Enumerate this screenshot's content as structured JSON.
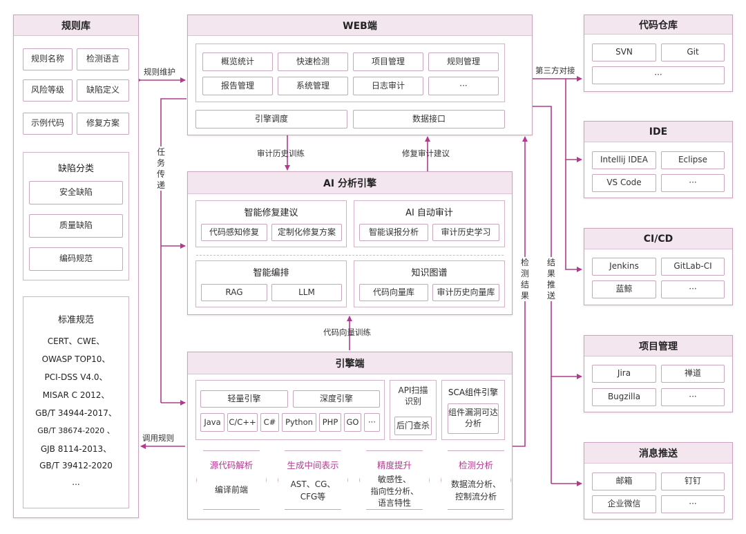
{
  "rules_lib": {
    "title": "规则库",
    "items": [
      "规则名称",
      "检测语言",
      "风险等级",
      "缺陷定义",
      "示例代码",
      "修复方案"
    ],
    "defect_title": "缺陷分类",
    "defects": [
      "安全缺陷",
      "质量缺陷",
      "编码规范"
    ],
    "standards_title": "标准规范",
    "standards": [
      "CERT、CWE、",
      "OWASP TOP10、",
      "PCI-DSS V4.0、",
      "MISAR C 2012、",
      "GB/T 34944-2017、",
      "GB/T 38674-2020  、",
      "GJB 8114-2013、",
      "GB/T 39412-2020",
      "..."
    ]
  },
  "web": {
    "title": "WEB端",
    "row1": [
      "概览统计",
      "快速检测",
      "项目管理",
      "规则管理"
    ],
    "row2": [
      "报告管理",
      "系统管理",
      "日志审计",
      "···"
    ],
    "bottom": [
      "引擎调度",
      "数据接口"
    ]
  },
  "ai": {
    "title": "AI 分析引擎",
    "fix_title": "智能修复建议",
    "fix": [
      "代码感知修复",
      "定制化修复方案"
    ],
    "audit_title": "AI 自动审计",
    "audit": [
      "智能误报分析",
      "审计历史学习"
    ],
    "orch_title": "智能编排",
    "orch": [
      "RAG",
      "LLM"
    ],
    "kg_title": "知识图谱",
    "kg": [
      "代码向量库",
      "审计历史向量库"
    ]
  },
  "engine": {
    "title": "引擎端",
    "engines": [
      "轻量引擎",
      "深度引擎"
    ],
    "langs": [
      "Java",
      "C/C++",
      "C#",
      "Python",
      "PHP",
      "GO",
      "···"
    ],
    "api_scan": "API扫描识别",
    "backdoor": "后门查杀",
    "sca_title": "SCA组件引擎",
    "sca_sub": "组件漏洞可达分析",
    "flow": [
      {
        "title": "源代码解析",
        "body": [
          "编译前端"
        ]
      },
      {
        "title": "生成中间表示",
        "body": [
          "AST、CG、",
          "CFG等"
        ]
      },
      {
        "title": "精度提升",
        "body": [
          "敏感性、",
          "指向性分析、",
          "语言特性"
        ]
      },
      {
        "title": "检测分析",
        "body": [
          "数据流分析、",
          "控制流分析"
        ]
      }
    ]
  },
  "labels": {
    "rule_maintain": "规则维护",
    "task_pass": "任务传递",
    "call_rules": "调用规则",
    "audit_train": "审计历史训练",
    "fix_audit": "修复审计建议",
    "code_vec_train": "代码向量训练",
    "third_party": "第三方对接",
    "detect_result": "检测结果",
    "result_push": "结果推送"
  },
  "repo": {
    "title": "代码仓库",
    "items": [
      "SVN",
      "Git",
      "···"
    ]
  },
  "ide": {
    "title": "IDE",
    "items": [
      "Intellij IDEA",
      "Eclipse",
      "VS Code",
      "···"
    ]
  },
  "cicd": {
    "title": "CI/CD",
    "items": [
      "Jenkins",
      "GitLab-CI",
      "蓝鲸",
      "···"
    ]
  },
  "pm": {
    "title": "项目管理",
    "items": [
      "Jira",
      "禅道",
      "Bugzilla",
      "···"
    ]
  },
  "msg": {
    "title": "消息推送",
    "items": [
      "邮箱",
      "钉钉",
      "企业微信",
      "···"
    ]
  },
  "colors": {
    "accent": "#b03a8e",
    "border": "#c9a4bf",
    "header": "#f3e6ef"
  }
}
